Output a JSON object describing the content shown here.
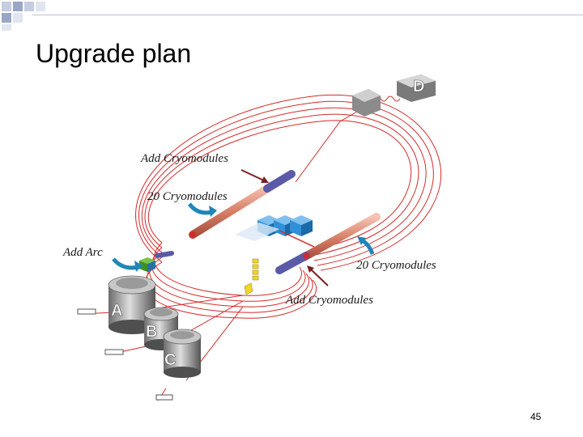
{
  "slide": {
    "title": "Upgrade plan",
    "page_number": "45"
  },
  "diagram": {
    "labels": {
      "add_cryomodules_top": "Add Cryomodules",
      "cryomodules_top": "20 Cryomodules",
      "add_arc": "Add Arc",
      "cryomodules_bottom": "20 Cryomodules",
      "add_cryomodules_bottom": "Add Cryomodules"
    },
    "halls": [
      "A",
      "B",
      "C",
      "D"
    ],
    "colors": {
      "beamline": "#d42a2a",
      "linac": "#d9826a",
      "new_section": "#5a5aa8",
      "arrow_blue": "#1f86b8",
      "cube_blue": "#2f8fd8"
    }
  }
}
